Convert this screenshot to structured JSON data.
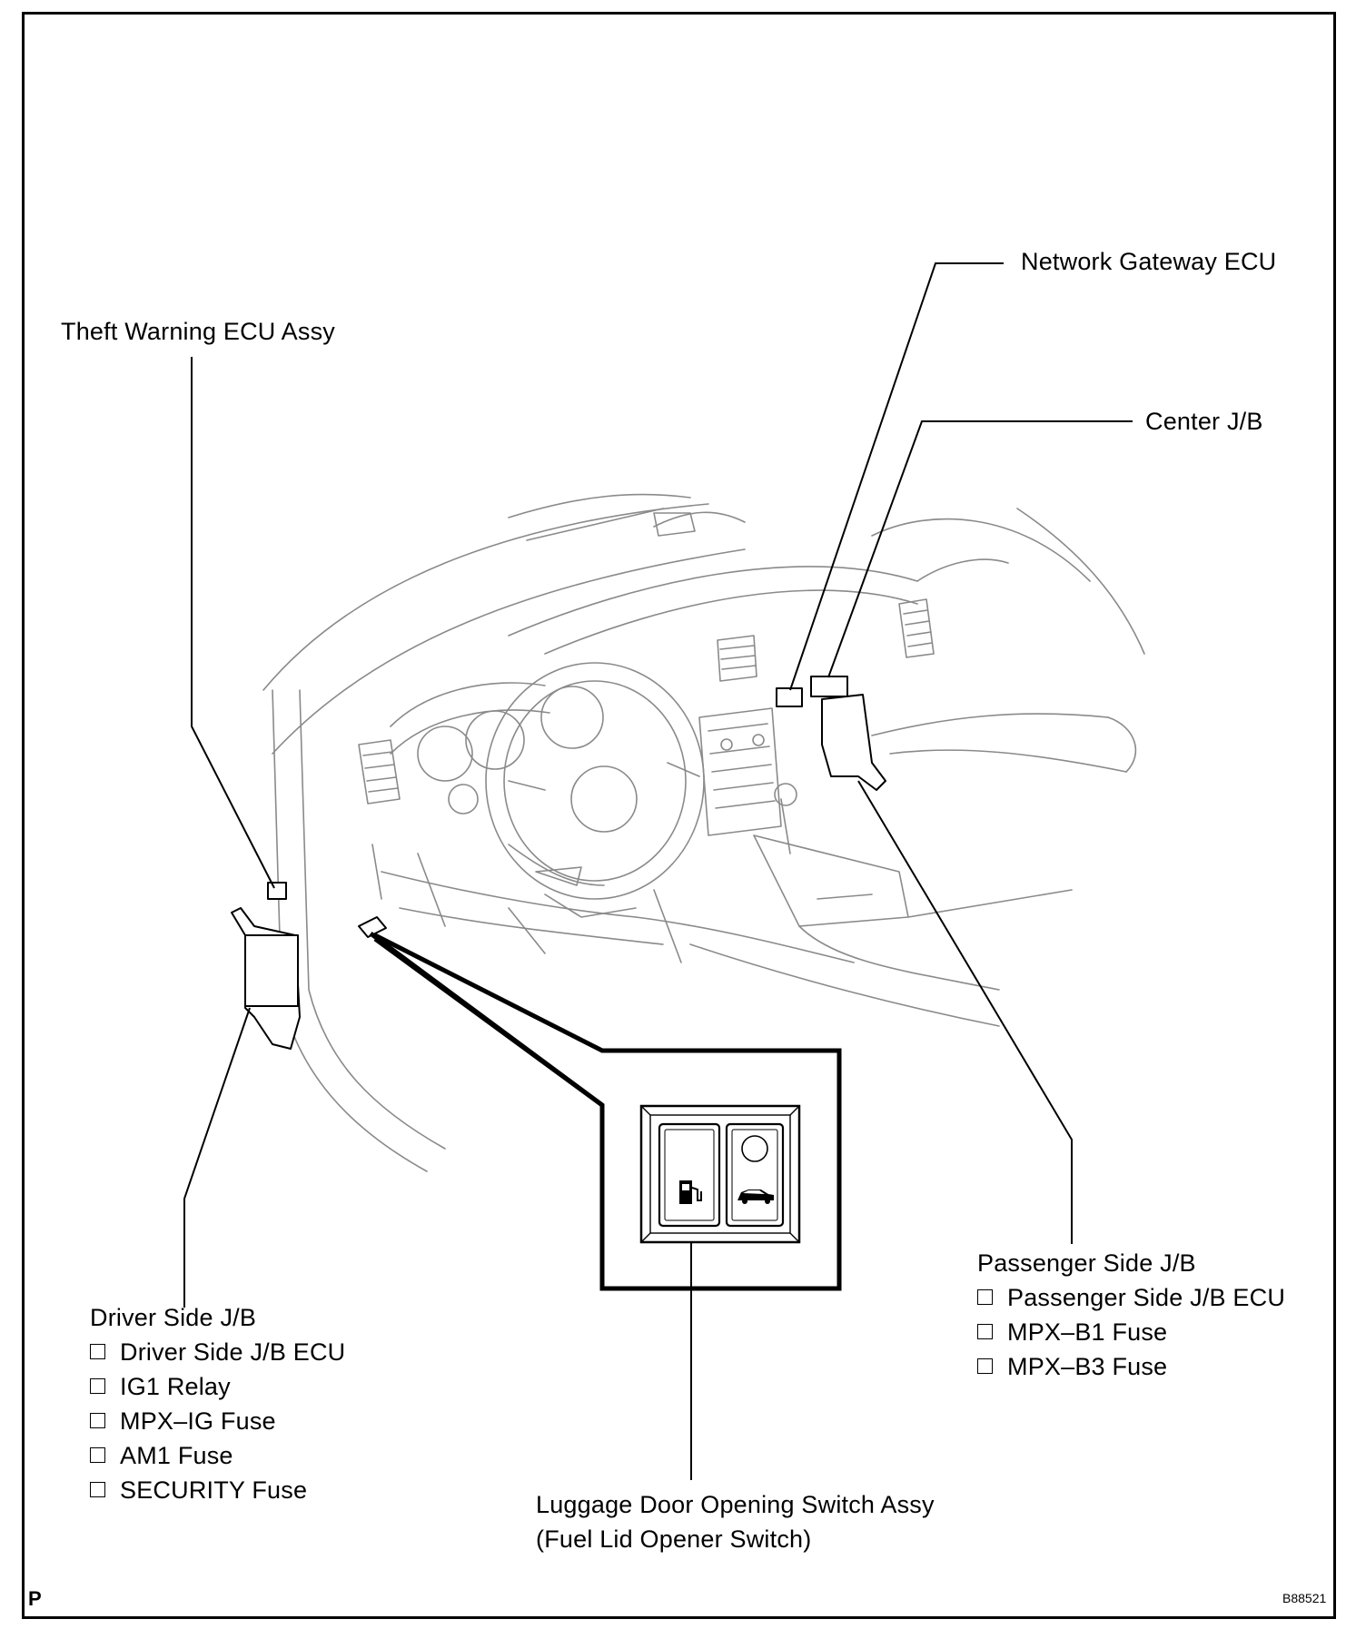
{
  "labels": {
    "network_gateway": "Network Gateway ECU",
    "theft_warning": "Theft Warning ECU Assy",
    "center_jb": "Center J/B",
    "passenger_jb": {
      "title": "Passenger Side J/B",
      "items": [
        "Passenger Side J/B ECU",
        "MPX–B1 Fuse",
        "MPX–B3 Fuse"
      ]
    },
    "driver_jb": {
      "title": "Driver Side J/B",
      "items": [
        "Driver Side J/B ECU",
        "IG1 Relay",
        "MPX–IG Fuse",
        "AM1 Fuse",
        "SECURITY Fuse"
      ]
    },
    "luggage_switch": {
      "line1": "Luggage Door Opening Switch Assy",
      "line2": "(Fuel Lid Opener Switch)"
    }
  },
  "footer": {
    "left_mark": "P",
    "figure_code": "B88521"
  }
}
